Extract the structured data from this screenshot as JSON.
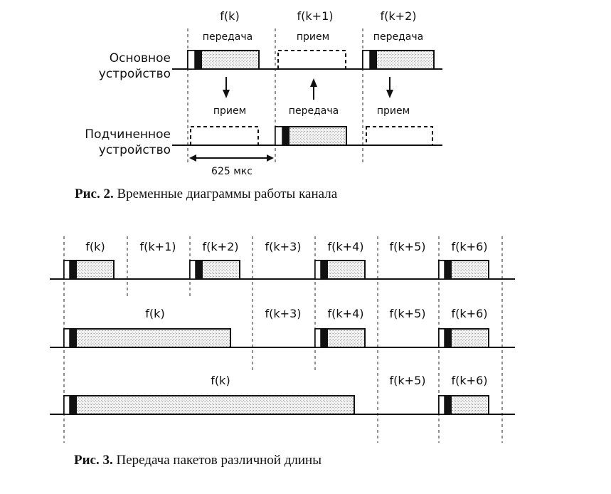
{
  "fig2": {
    "slot_labels": [
      "f(k)",
      "f(k+1)",
      "f(k+2)"
    ],
    "master": {
      "label_line1": "Основное",
      "label_line2": "устройство",
      "actions": [
        "передача",
        "прием",
        "передача"
      ]
    },
    "slave": {
      "label_line1": "Подчиненное",
      "label_line2": "устройство",
      "actions": [
        "прием",
        "передача",
        "прием"
      ]
    },
    "duration": "625 мкс",
    "caption_bold": "Рис. 2.",
    "caption_text": " Временные диаграммы работы канала"
  },
  "fig3": {
    "row1": [
      "f(k)",
      "f(k+1)",
      "f(k+2)",
      "f(k+3)",
      "f(k+4)",
      "f(k+5)",
      "f(k+6)"
    ],
    "row2": [
      "f(k)",
      "f(k+3)",
      "f(k+4)",
      "f(k+5)",
      "f(k+6)"
    ],
    "row3": [
      "f(k)",
      "f(k+5)",
      "f(k+6)"
    ],
    "caption_bold": "Рис. 3.",
    "caption_text": " Передача пакетов различной длины"
  }
}
